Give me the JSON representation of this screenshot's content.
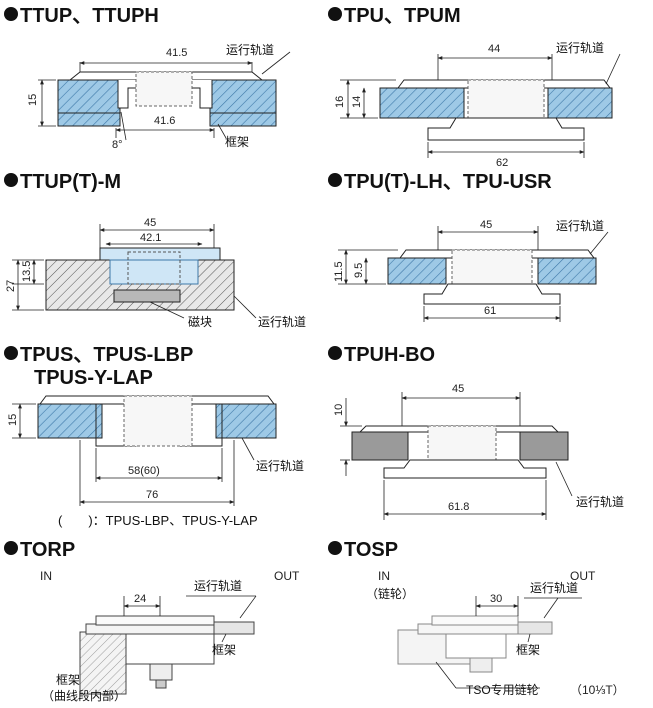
{
  "sections": [
    {
      "id": "ttup",
      "title": "TTUP、TTUPH",
      "dims": {
        "top_width": "41.5",
        "bottom_width": "41.6",
        "height": "15",
        "angle": "8°"
      },
      "labels": {
        "rail": "运行轨道",
        "frame": "框架"
      }
    },
    {
      "id": "tpu",
      "title": "TPU、TPUM",
      "dims": {
        "top_width": "44",
        "bottom_width": "62",
        "height_outer": "16",
        "height_inner": "14"
      },
      "labels": {
        "rail": "运行轨道"
      }
    },
    {
      "id": "ttupt",
      "title": "TTUP(T)-M",
      "dims": {
        "top_width": "45",
        "inner_width": "42.1",
        "height_outer": "27",
        "height_inner": "13.5"
      },
      "labels": {
        "magnet": "磁块",
        "rail": "运行轨道"
      }
    },
    {
      "id": "tpult",
      "title": "TPU(T)-LH、TPU-USR",
      "dims": {
        "top_width": "45",
        "bottom_width": "61",
        "height_outer": "11.5",
        "height_inner": "9.5"
      },
      "labels": {
        "rail": "运行轨道"
      }
    },
    {
      "id": "tpus",
      "title": "TPUS、TPUS-LBP",
      "title2": "TPUS-Y-LAP",
      "dims": {
        "inner_width": "58(60)",
        "bottom_width": "76",
        "height": "15"
      },
      "labels": {
        "rail": "运行轨道"
      },
      "note": "(　　)：TPUS-LBP、TPUS-Y-LAP"
    },
    {
      "id": "tpuhbo",
      "title": "TPUH-BO",
      "dims": {
        "top_width": "45",
        "bottom_width": "61.8",
        "height": "10"
      },
      "labels": {
        "rail": "运行轨道"
      }
    },
    {
      "id": "torp",
      "title": "TORP",
      "dims": {
        "width": "24"
      },
      "labels": {
        "in": "IN",
        "out": "OUT",
        "rail": "运行轨道",
        "frame_right": "框架",
        "frame_left": "框架",
        "frame_left_sub": "（曲线段内部）"
      }
    },
    {
      "id": "tosp",
      "title": "TOSP",
      "dims": {
        "width": "30"
      },
      "labels": {
        "in": "IN",
        "in_sub": "（链轮）",
        "out": "OUT",
        "rail": "运行轨道",
        "frame": "框架",
        "sprocket": "TSO专用链轮",
        "sprocket_teeth": "（10⅓T）"
      }
    }
  ],
  "colors": {
    "hatch_blue": "#9ec9e6",
    "hatch_line": "#3d78a8",
    "gray": "#9a9a9a",
    "magnet": "#b8b8b8"
  }
}
